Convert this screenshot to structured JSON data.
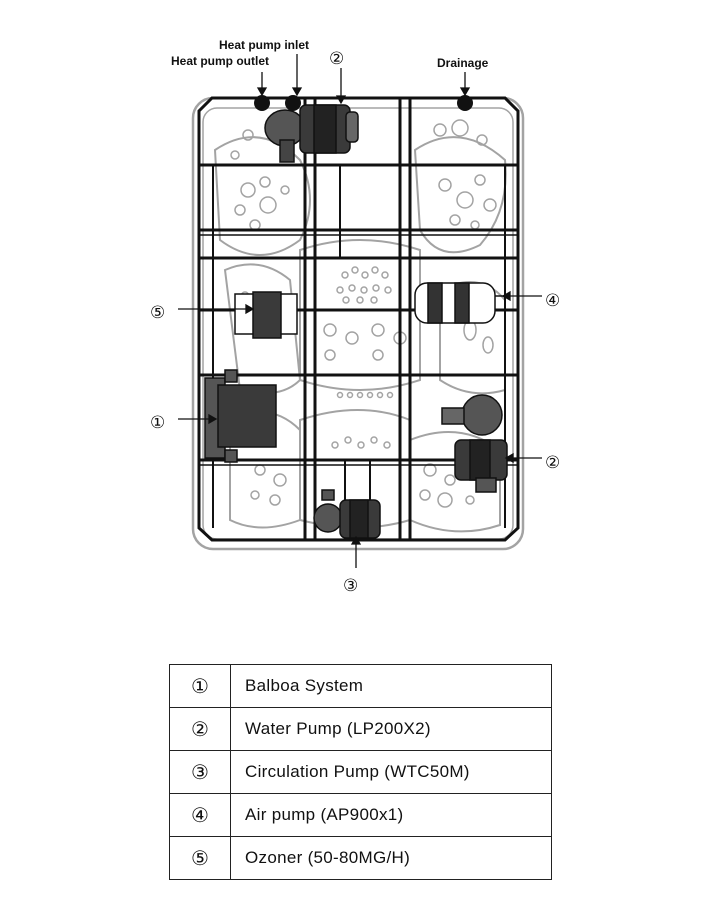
{
  "labels": {
    "heat_pump_inlet": "Heat pump inlet",
    "heat_pump_outlet": "Heat pump outlet",
    "drainage": "Drainage"
  },
  "callouts": {
    "water_pump_top": "②",
    "ozoner": "⑤",
    "air_pump": "④",
    "balboa": "①",
    "water_pump_right": "②",
    "circulation_pump": "③"
  },
  "legend": [
    {
      "symbol": "①",
      "text": "Balboa System"
    },
    {
      "symbol": "②",
      "text": "Water Pump (LP200X2)"
    },
    {
      "symbol": "③",
      "text": "Circulation Pump (WTC50M)"
    },
    {
      "symbol": "④",
      "text": "Air pump (AP900x1)"
    },
    {
      "symbol": "⑤",
      "text": "Ozoner (50-80MG/H)"
    }
  ],
  "colors": {
    "frame": "#111111",
    "tub_outline": "#9a9a9a",
    "component": "#3a3a3a"
  }
}
